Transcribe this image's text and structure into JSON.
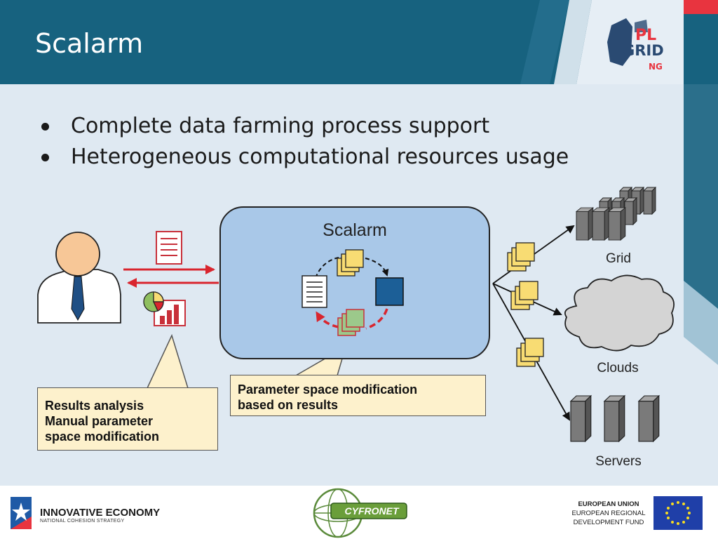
{
  "slide": {
    "title": "Scalarm",
    "bullets": [
      "Complete data farming process support",
      "Heterogeneous computational resources usage"
    ]
  },
  "diagram": {
    "scalarm_label": "Scalarm",
    "callout_left": [
      "Results analysis",
      "Manual parameter",
      "space modification"
    ],
    "callout_center": [
      "Parameter space modification",
      "based on results"
    ],
    "resources": {
      "grid": "Grid",
      "clouds": "Clouds",
      "servers": "Servers"
    }
  },
  "logos": {
    "plgrid": {
      "line1": "PL",
      "line2": "GRID",
      "line3": "NG"
    },
    "innovative_economy": {
      "name": "INNOVATIVE ECONOMY",
      "subtitle": "NATIONAL COHESION STRATEGY"
    },
    "cyfronet": {
      "name": "CYFRONET"
    },
    "eu": {
      "line1": "EUROPEAN UNION",
      "line2": "EUROPEAN REGIONAL",
      "line3": "DEVELOPMENT FUND"
    }
  },
  "colors": {
    "header": "#17627f",
    "background": "#dfe9f2",
    "scalarm_box": "#a9c8e8",
    "callout": "#fdf1cc",
    "arrow_red": "#d9252e",
    "task_yellow": "#f8dc73",
    "server_gray": "#7a7a7a"
  }
}
